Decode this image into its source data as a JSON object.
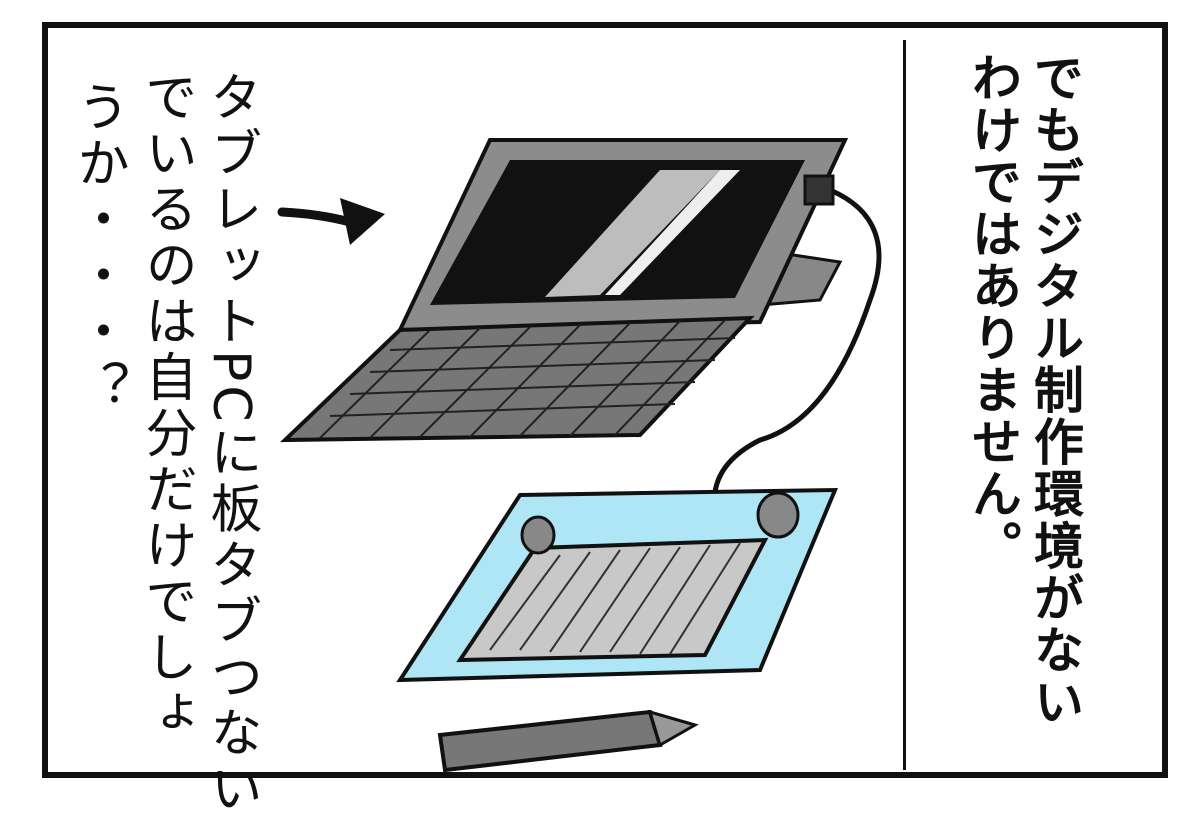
{
  "caption": {
    "lines": [
      "でもデジタル制作環境がない",
      "わけではありません。"
    ]
  },
  "handwritten": {
    "lines": [
      "タブレットPCに板タブつない",
      "でいるのは自分だけでしょ",
      "うか・・・？"
    ]
  },
  "colors": {
    "ink": "#111111",
    "device_gray": "#8a8a8a",
    "tablet_blue": "#aee6f5"
  }
}
